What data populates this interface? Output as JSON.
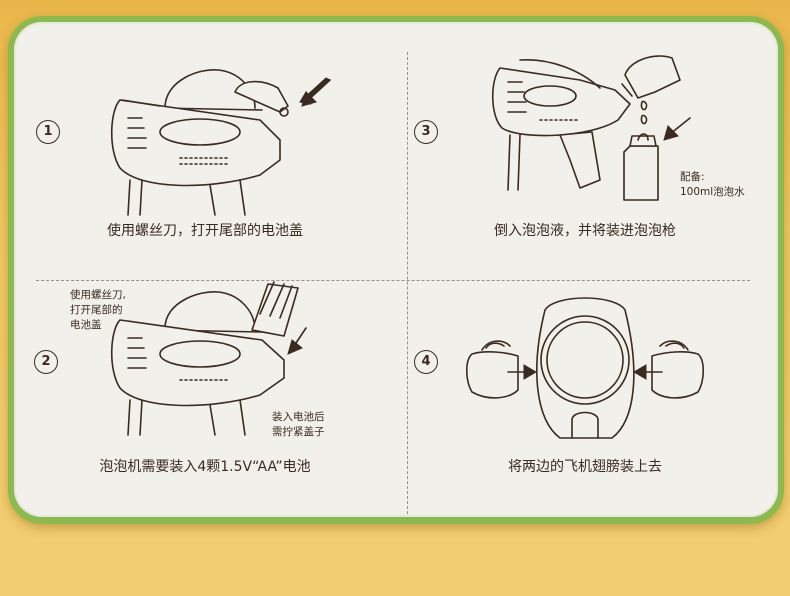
{
  "steps": [
    {
      "number": "1",
      "caption": "使用螺丝刀，打开尾部的电池盖"
    },
    {
      "number": "3",
      "caption": "倒入泡泡液，并将装进泡泡枪",
      "note_label": "配备:",
      "note_value": "100ml泡泡水"
    },
    {
      "number": "2",
      "caption": "泡泡机需要装入4颗1.5V“AA”电池",
      "note_top_line1": "使用螺丝刀,",
      "note_top_line2": "打开尾部的",
      "note_top_line3": "电池盖",
      "note_bottom_line1": "装入电池后",
      "note_bottom_line2": "需拧紧盖子"
    },
    {
      "number": "4",
      "caption": "将两边的飞机翅膀装上去"
    }
  ],
  "colors": {
    "frame": "#8bbb4c",
    "card": "#f2f0ea",
    "ink": "#3b2a20",
    "background": "#f0c765"
  }
}
